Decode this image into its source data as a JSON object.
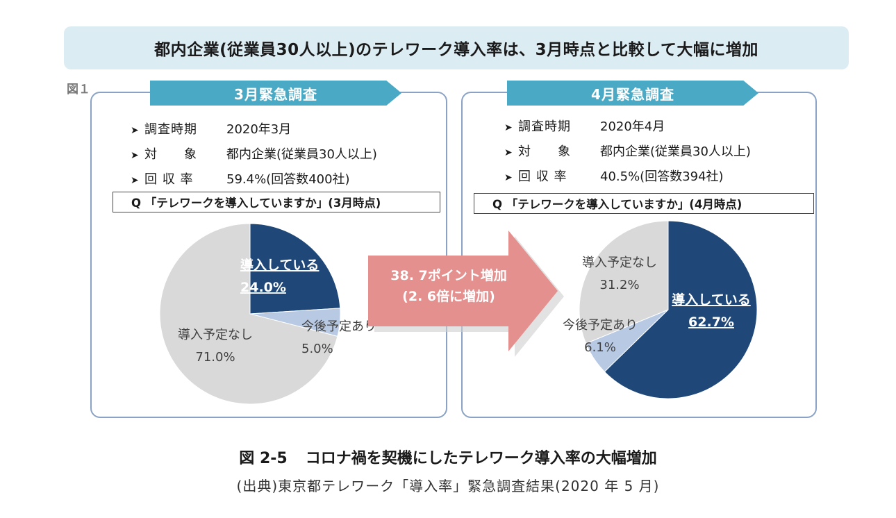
{
  "headline": "都内企業(従業員30人以上)のテレワーク導入率は、3月時点と比較して大幅に増加",
  "figure_label": "図１",
  "panels": [
    {
      "banner": "3月緊急調査",
      "rows": [
        {
          "label": "調査時期",
          "value": "2020年3月"
        },
        {
          "label": "対　　象",
          "value": "都内企業(従業員30人以上)"
        },
        {
          "label": "回 収 率",
          "value": "59.4%(回答数400社)"
        }
      ],
      "question": "Q 「テレワークを導入していますか」(3月時点)"
    },
    {
      "banner": "4月緊急調査",
      "rows": [
        {
          "label": "調査時期",
          "value": "2020年4月"
        },
        {
          "label": "対　　象",
          "value": "都内企業(従業員30人以上)"
        },
        {
          "label": "回 収 率",
          "value": "40.5%(回答数394社)"
        }
      ],
      "question": "Q 「テレワークを導入していますか」(4月時点)"
    }
  ],
  "arrow": {
    "line1": "38. 7ポイント増加",
    "line2": "(2. 6倍に増加)"
  },
  "caption_number": "図 2-5",
  "caption_text": "コロナ禍を契機にしたテレワーク導入率の大幅増加",
  "source": "(出典)東京都テレワーク「導入率」緊急調査結果(2020 年 5 月)",
  "colors": {
    "introduced": "#1f4878",
    "planned": "#b8c9e4",
    "not_planned": "#d9d9d9",
    "arrow": "#e3908f",
    "banner": "#4aa9c4"
  },
  "chart_data": [
    {
      "type": "pie",
      "title": "3月緊急調査",
      "slices": [
        {
          "label": "導入している",
          "value": 24.0,
          "display": "24.0%"
        },
        {
          "label": "今後予定あり",
          "value": 5.0,
          "display": "5.0%"
        },
        {
          "label": "導入予定なし",
          "value": 71.0,
          "display": "71.0%"
        }
      ]
    },
    {
      "type": "pie",
      "title": "4月緊急調査",
      "slices": [
        {
          "label": "導入している",
          "value": 62.7,
          "display": "62.7%"
        },
        {
          "label": "今後予定あり",
          "value": 6.1,
          "display": "6.1%"
        },
        {
          "label": "導入予定なし",
          "value": 31.2,
          "display": "31.2%"
        }
      ]
    }
  ]
}
